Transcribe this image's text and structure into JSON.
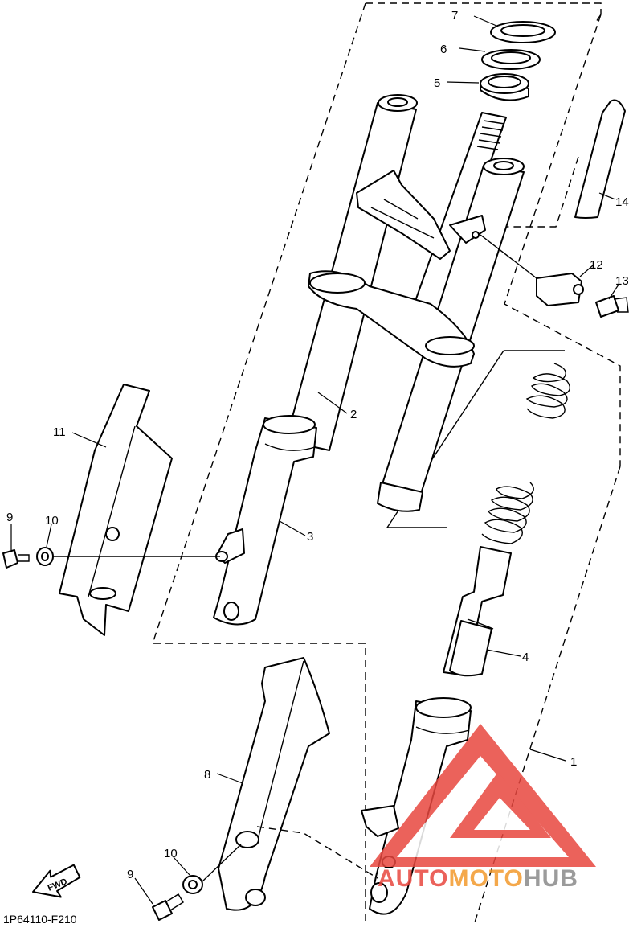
{
  "diagram_code": "1P64110-F210",
  "fwd_label": "FWD",
  "watermark": {
    "prefix": "AUTO",
    "middle": "MOTO",
    "suffix": "HUB",
    "color_red": "#e8473f",
    "color_orange": "#f39a2c",
    "color_gray": "#8a8a8a"
  },
  "callouts": [
    {
      "id": "7",
      "label": "7"
    },
    {
      "id": "6",
      "label": "6"
    },
    {
      "id": "5",
      "label": "5"
    },
    {
      "id": "14",
      "label": "14"
    },
    {
      "id": "12",
      "label": "12"
    },
    {
      "id": "13",
      "label": "13"
    },
    {
      "id": "2",
      "label": "2"
    },
    {
      "id": "11",
      "label": "11"
    },
    {
      "id": "9a",
      "label": "9"
    },
    {
      "id": "10a",
      "label": "10"
    },
    {
      "id": "3",
      "label": "3"
    },
    {
      "id": "4",
      "label": "4"
    },
    {
      "id": "1",
      "label": "1"
    },
    {
      "id": "8",
      "label": "8"
    },
    {
      "id": "10b",
      "label": "10"
    },
    {
      "id": "9b",
      "label": "9"
    }
  ]
}
